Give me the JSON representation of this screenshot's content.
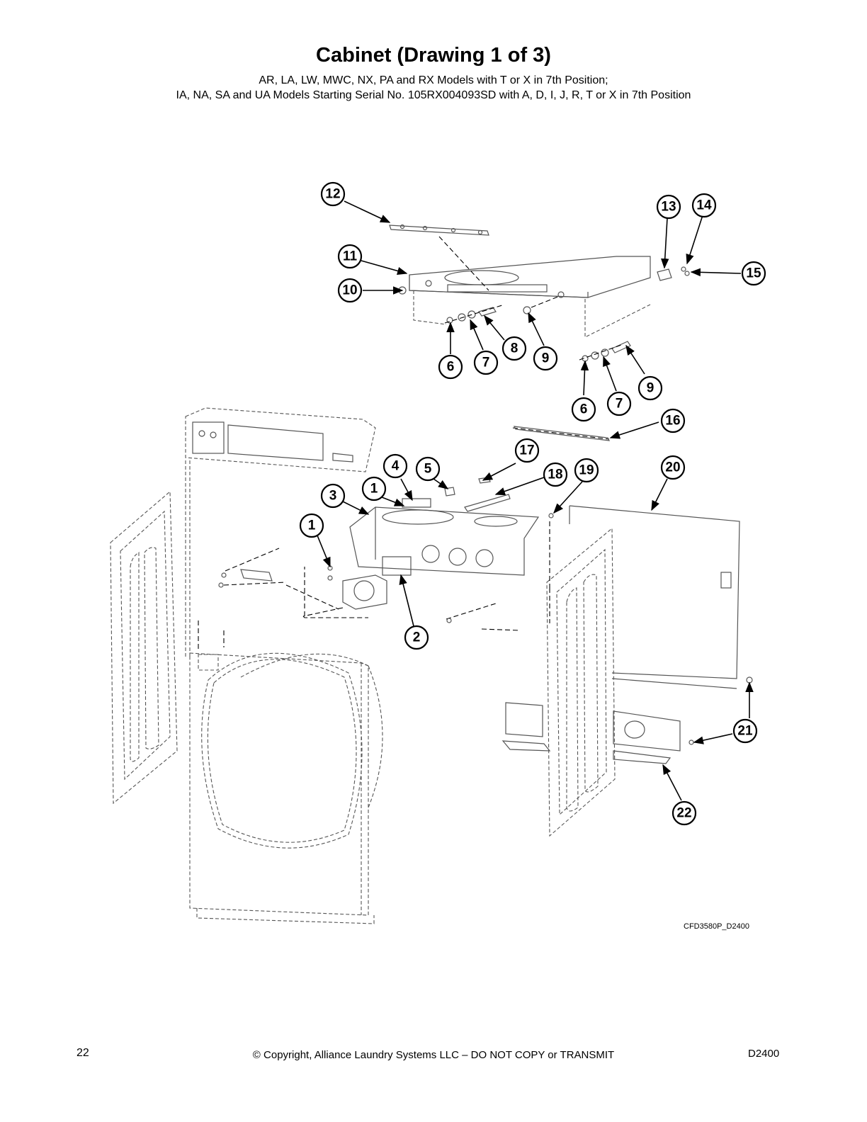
{
  "header": {
    "title": "Cabinet (Drawing 1 of 3)",
    "subtitle_line1": "AR, LA, LW, MWC, NX, PA and RX Models with T or X in 7th Position;",
    "subtitle_line2": "IA, NA, SA and UA Models Starting Serial No. 105RX004093SD with A, D, I, J, R, T or X in 7th Position"
  },
  "diagram": {
    "drawing_code": "CFD3580P_D2400",
    "callouts": [
      "12",
      "13",
      "14",
      "11",
      "15",
      "10",
      "8",
      "6",
      "7",
      "9",
      "9",
      "6",
      "7",
      "16",
      "17",
      "4",
      "5",
      "18",
      "19",
      "20",
      "1",
      "3",
      "1",
      "2",
      "21",
      "22"
    ]
  },
  "footer": {
    "page_number": "22",
    "copyright": "© Copyright, Alliance Laundry Systems LLC – DO NOT COPY or TRANSMIT",
    "doc_code": "D2400"
  }
}
